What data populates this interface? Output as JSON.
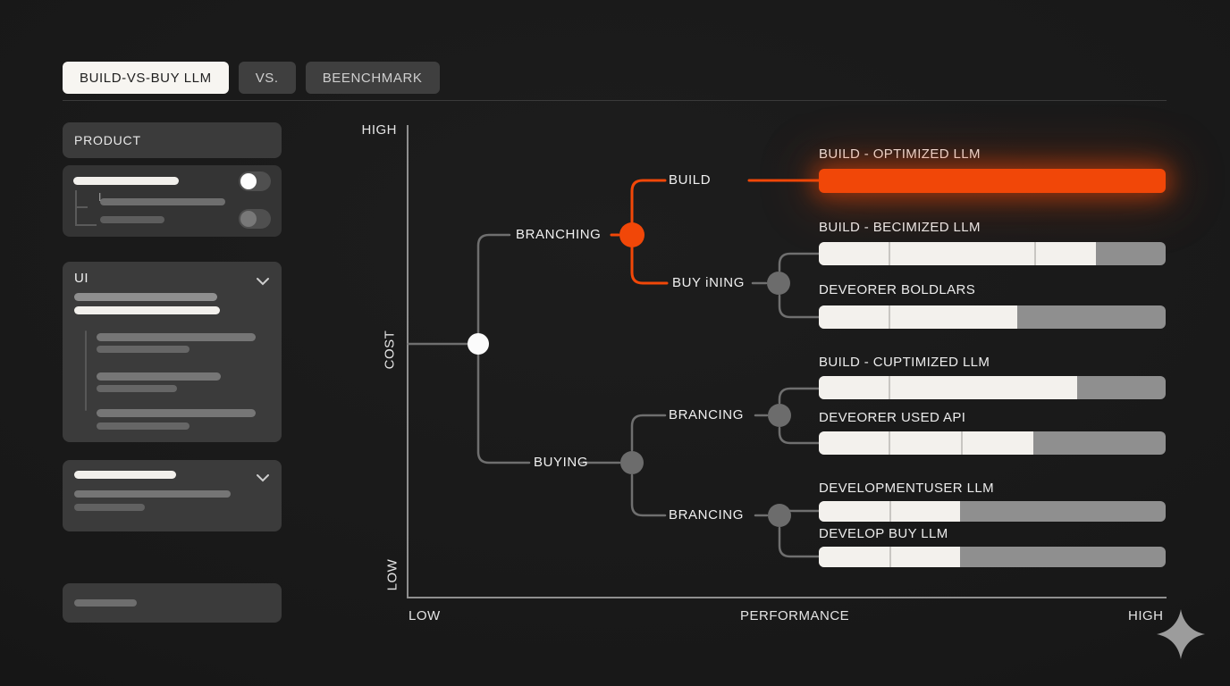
{
  "tabs": [
    {
      "label": "BUILD-VS-BUY LLM",
      "active": true
    },
    {
      "label": "VS.",
      "active": false
    },
    {
      "label": "BEENCHMARK",
      "active": false
    }
  ],
  "sidebar": {
    "product_label": "PRODUCT",
    "ui_label": "UI",
    "connector_glyph": "L"
  },
  "icons": {
    "chevron_down": "chevron-down",
    "sparkle": "four-point-star"
  },
  "colors": {
    "accent_orange": "#f14708",
    "bar_white": "#f3f1ed",
    "bar_gray": "#8f8f8f",
    "line_gray": "#6f6f6f",
    "node_gray": "#6c6c6c",
    "active_tab_bg": "#f7f5f1",
    "background": "#181818"
  },
  "chart_data": {
    "type": "tree+bar",
    "title": "",
    "xlabel": "PERFORMANCE",
    "ylabel": "COST",
    "x_low": "LOW",
    "x_high": "HIGH",
    "y_low": "LOW",
    "y_high": "HIGH",
    "legend_position": "none",
    "grid": false,
    "tree_labels": [
      "BRANCHING",
      "BUILD",
      "BUY iNING",
      "BUYING",
      "BRANCING",
      "BRANCING"
    ],
    "tree_structure": "root -> BRANCHING -> (BUILD -> bar0, BUY iNING -> (bar1, bar2)); root -> BUYING -> (BRANCING -> (bar3, bar4), BRANCING -> (bar5, bar6))",
    "bars": [
      {
        "label": "BUILD - OPTIMIZED LLM",
        "performance": 1.0,
        "highlight": true,
        "color": "#f14708",
        "segments": [
          1.0
        ]
      },
      {
        "label": "BUILD - BECIMIZED LLM",
        "performance": 0.79,
        "highlight": false,
        "segments": [
          0.201,
          0.415,
          0.173
        ]
      },
      {
        "label": "DEVEORER BOLDLARS",
        "performance": 0.57,
        "highlight": false,
        "segments": [
          0.201,
          0.366
        ]
      },
      {
        "label": "BUILD - CUPTIMIZED LLM",
        "performance": 0.74,
        "highlight": false,
        "segments": [
          0.201,
          0.539
        ]
      },
      {
        "label": "DEVEORER USED API",
        "performance": 0.61,
        "highlight": false,
        "segments": [
          0.201,
          0.204,
          0.204
        ]
      },
      {
        "label": "DEVELOPMENTUSER LLM",
        "performance": 0.4,
        "highlight": false,
        "segments": [
          0.204,
          0.198
        ]
      },
      {
        "label": "DEVELOP BUY LLM",
        "performance": 0.4,
        "highlight": false,
        "segments": [
          0.204,
          0.198
        ]
      }
    ]
  }
}
